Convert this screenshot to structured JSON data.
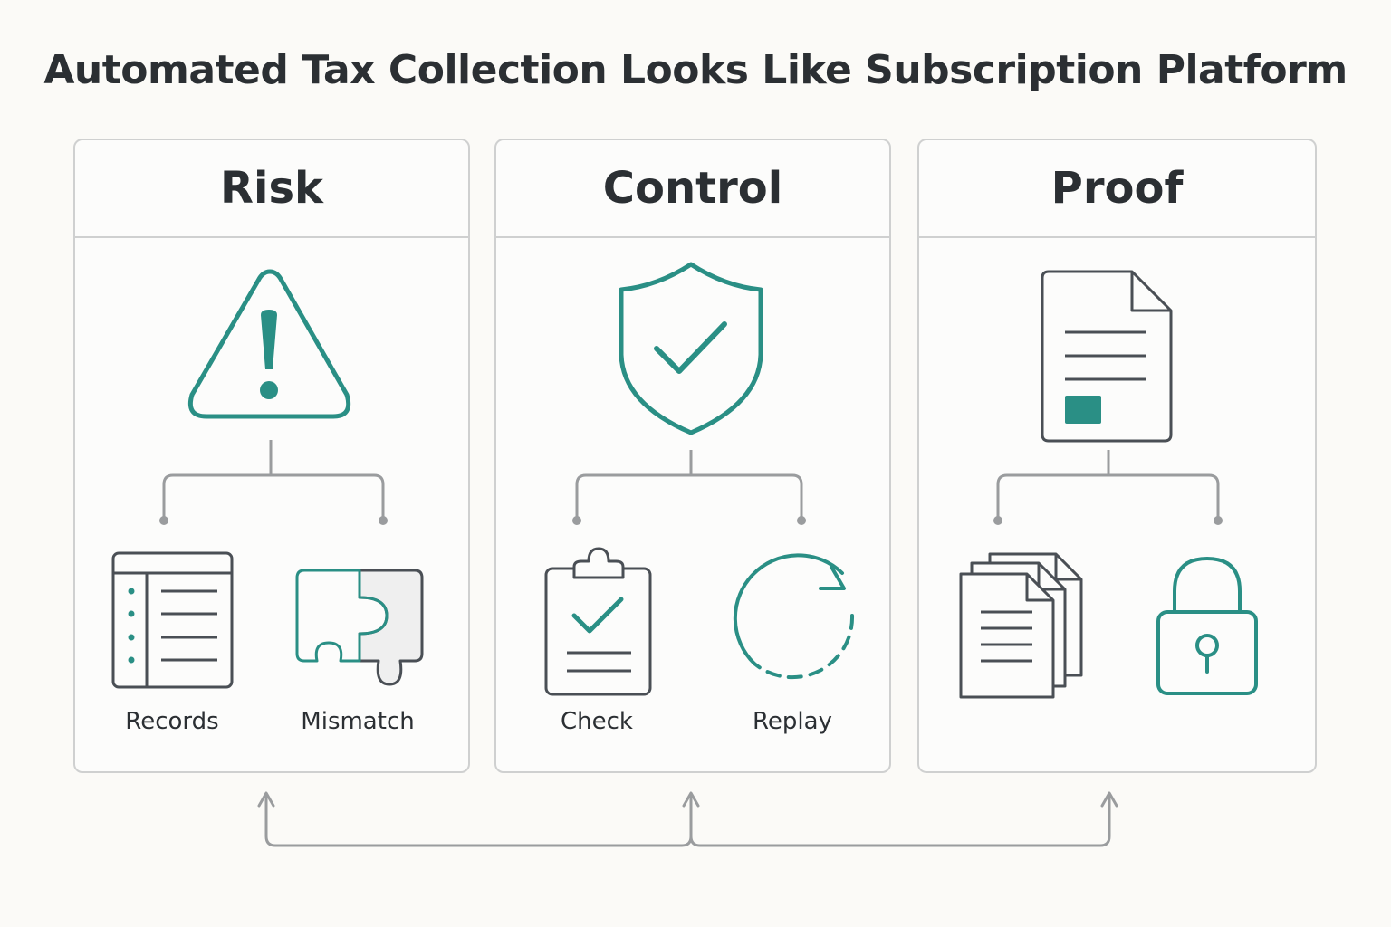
{
  "title": "Automated Tax Collection Looks Like Subscription Platform",
  "colors": {
    "accent": "#2a8f85",
    "ink": "#4a4f55",
    "line": "#9a9c9e",
    "border": "#cfd0d0"
  },
  "panels": [
    {
      "heading": "Risk",
      "main_icon": "warning-triangle-icon",
      "items": [
        {
          "label": "Records",
          "icon": "records-list-icon"
        },
        {
          "label": "Mismatch",
          "icon": "puzzle-piece-icon"
        }
      ]
    },
    {
      "heading": "Control",
      "main_icon": "shield-check-icon",
      "items": [
        {
          "label": "Check",
          "icon": "clipboard-check-icon"
        },
        {
          "label": "Replay",
          "icon": "replay-cycle-icon"
        }
      ]
    },
    {
      "heading": "Proof",
      "main_icon": "document-icon",
      "items": [
        {
          "icon": "stacked-documents-icon"
        },
        {
          "icon": "padlock-icon"
        }
      ]
    }
  ]
}
